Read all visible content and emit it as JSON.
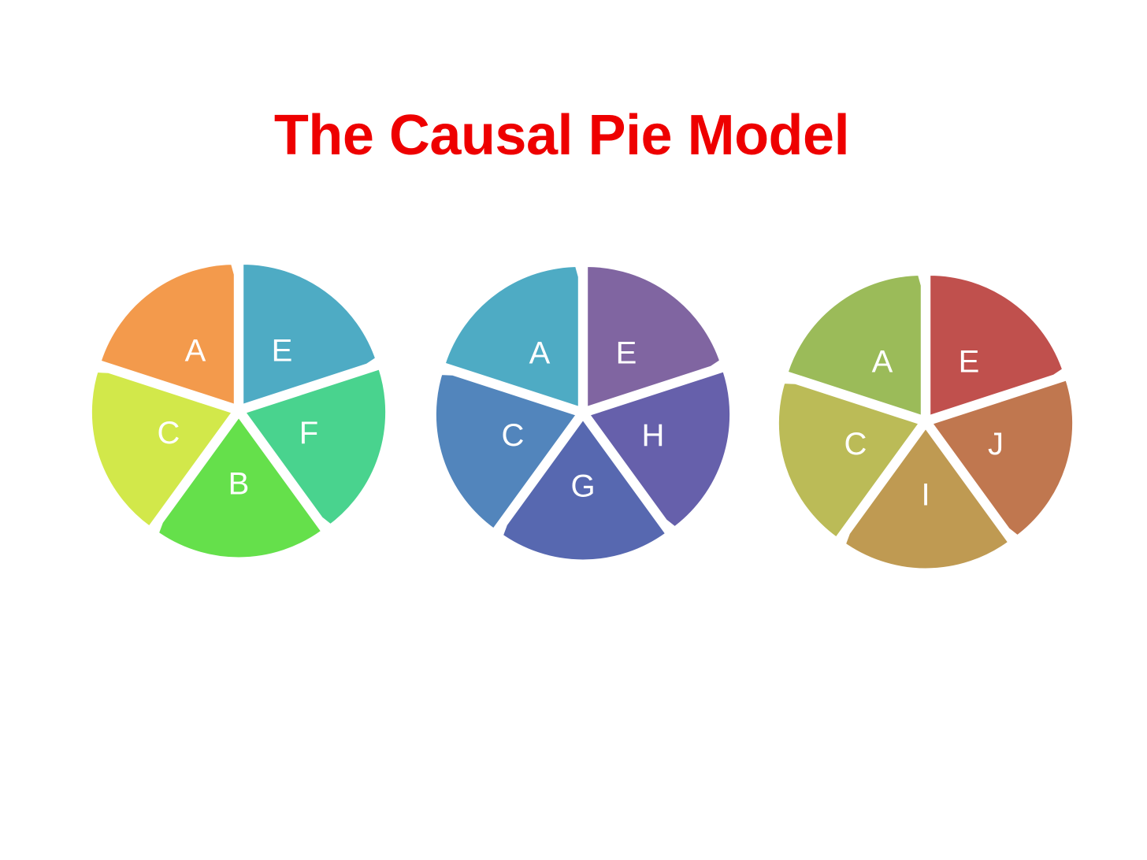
{
  "title": "The Causal Pie Model",
  "colors": {
    "title": "#ee0000",
    "label": "#ffffff",
    "gap": "#ffffff"
  },
  "pies": [
    {
      "segments": [
        {
          "label": "A",
          "color": "#f39a4c"
        },
        {
          "label": "E",
          "color": "#4eabc4"
        },
        {
          "label": "F",
          "color": "#49d38e"
        },
        {
          "label": "B",
          "color": "#65e04b"
        },
        {
          "label": "C",
          "color": "#d2e84a"
        }
      ]
    },
    {
      "segments": [
        {
          "label": "A",
          "color": "#4eabc4"
        },
        {
          "label": "E",
          "color": "#8065a1"
        },
        {
          "label": "H",
          "color": "#6660ab"
        },
        {
          "label": "G",
          "color": "#5768b0"
        },
        {
          "label": "C",
          "color": "#5285bc"
        }
      ]
    },
    {
      "segments": [
        {
          "label": "A",
          "color": "#9bbb59"
        },
        {
          "label": "E",
          "color": "#c0504d"
        },
        {
          "label": "J",
          "color": "#c0774f"
        },
        {
          "label": "I",
          "color": "#bf9a52"
        },
        {
          "label": "C",
          "color": "#bbbb57"
        }
      ]
    }
  ]
}
